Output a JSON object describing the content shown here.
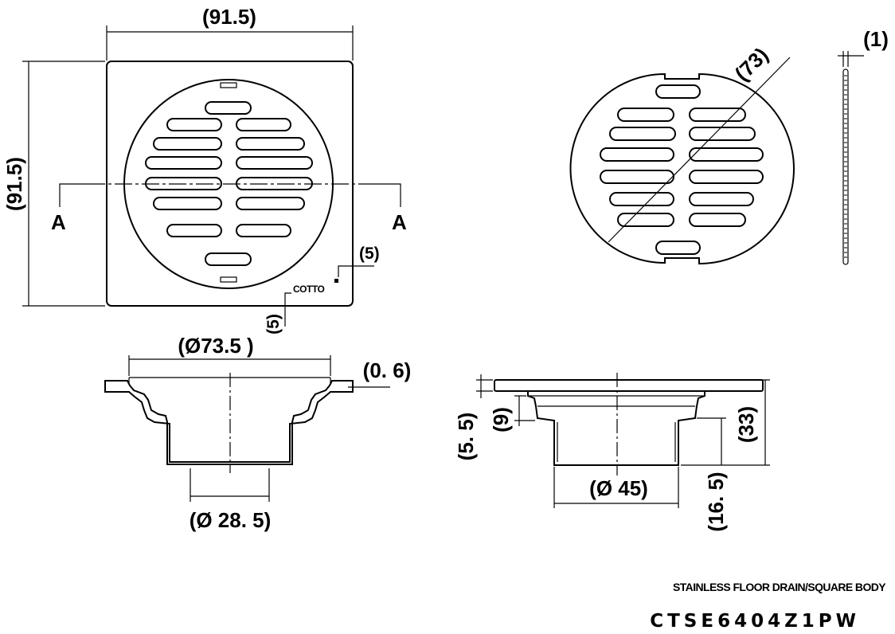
{
  "dimensions": {
    "top_width": "(91.5)",
    "left_height": "(91.5)",
    "grate_diameter": "(73)",
    "grate_thickness": "(1)",
    "logo_offset_x": "(5)",
    "logo_offset_y": "(5)",
    "flange_diameter": "(Ø73.5 )",
    "flange_thickness": "(0. 6)",
    "outlet_inner": "(Ø 28. 5)",
    "top_depth": "(5. 5)",
    "collar_depth": "(9)",
    "total_height": "(33)",
    "outlet_outer": "(Ø 45)",
    "outlet_length": "(16. 5)"
  },
  "section_marks": {
    "left": "A",
    "right": "A"
  },
  "brand_label": "COTTO",
  "product": {
    "description": "STAINLESS FLOOR DRAIN/SQUARE BODY",
    "model_code": "CTSE6404Z1PW"
  }
}
